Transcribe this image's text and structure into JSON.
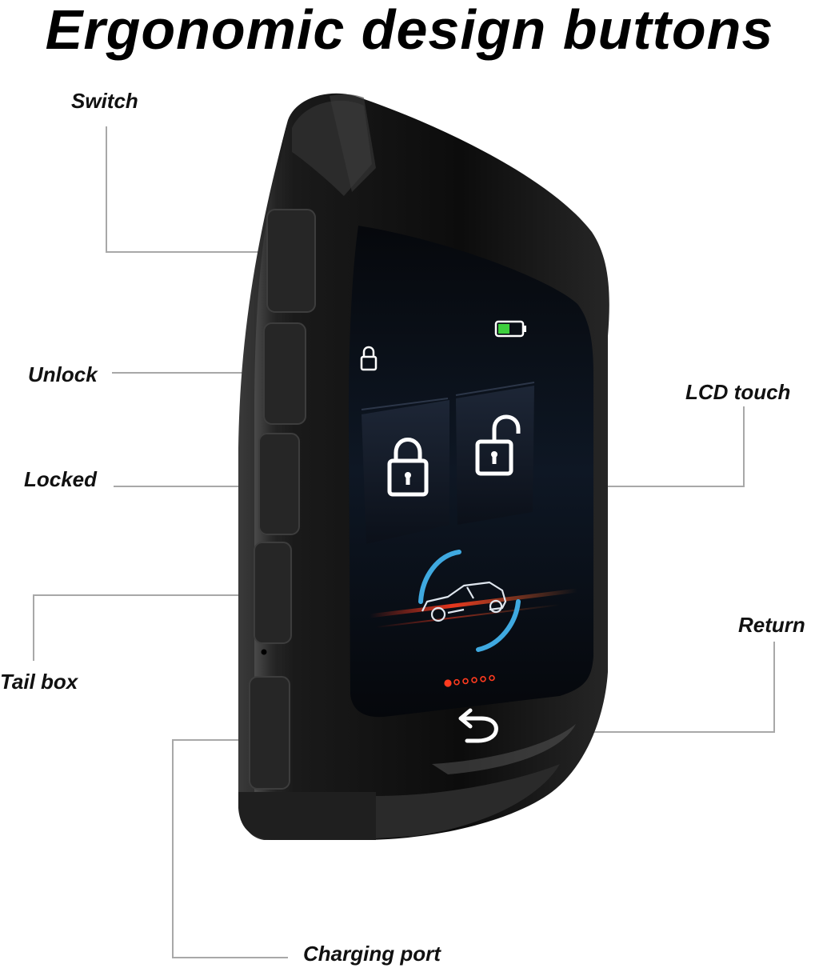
{
  "title": "Ergonomic design buttons",
  "labels": {
    "switch": "Switch",
    "unlock": "Unlock",
    "locked": "Locked",
    "tail_box": "Tail box",
    "lcd_touch": "LCD touch",
    "return": "Return",
    "charging_port": "Charging port"
  },
  "screen": {
    "page_dots": 6,
    "active_dot": 1,
    "battery_level": 0.5
  },
  "colors": {
    "callout_line": "#a8a8a8",
    "fob_body": "#141414",
    "screen_bg": "#0a0e16",
    "accent_blue": "#3fa9e0",
    "accent_red": "#ff3b1f",
    "battery_green": "#3ecf3e"
  }
}
